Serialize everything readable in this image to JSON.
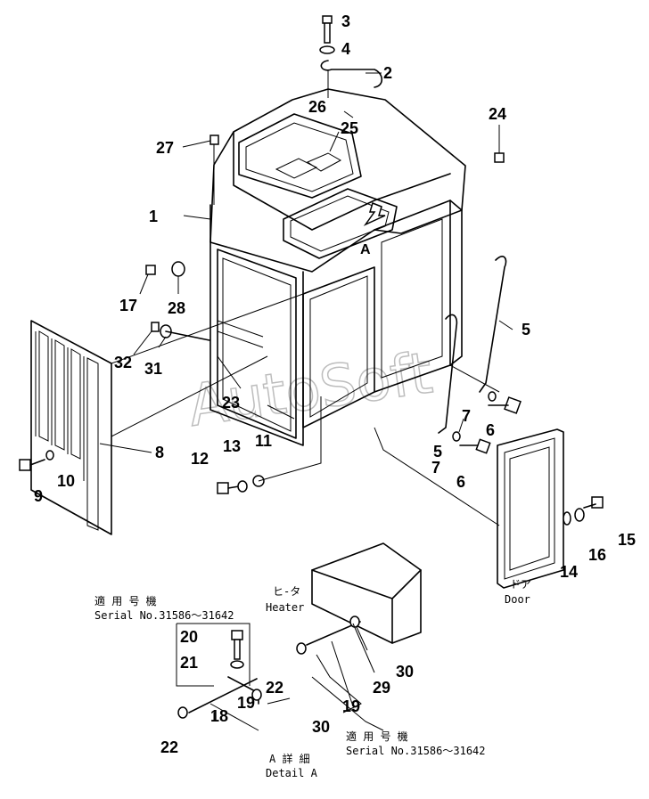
{
  "diagram": {
    "watermark": "AutoSoft",
    "part_numbers": {
      "p1": "1",
      "p2": "2",
      "p3": "3",
      "p4": "4",
      "p5a": "5",
      "p5b": "5",
      "p6a": "6",
      "p6b": "6",
      "p7a": "7",
      "p7b": "7",
      "p8": "8",
      "p9": "9",
      "p10": "10",
      "p11": "11",
      "p12": "12",
      "p13": "13",
      "p14": "14",
      "p15": "15",
      "p16": "16",
      "p17": "17",
      "p18": "18",
      "p19a": "19",
      "p19b": "19",
      "p20": "20",
      "p21": "21",
      "p22a": "22",
      "p22b": "22",
      "p23": "23",
      "p24": "24",
      "p25": "25",
      "p26": "26",
      "p27": "27",
      "p28": "28",
      "p29": "29",
      "p30a": "30",
      "p30b": "30",
      "p31": "31",
      "p32": "32"
    },
    "captions": {
      "serial_jp_left": "適 用 号 機",
      "serial_left": "Serial No.31586～31642",
      "heater_jp": "ヒ-タ",
      "heater": "Heater",
      "door_jp": "ドア",
      "door": "Door",
      "serial_jp_right": "適 用 号 機",
      "serial_right": "Serial No.31586～31642",
      "detail_jp": "A 詳 細",
      "detail": "Detail A",
      "view_marker": "A"
    }
  }
}
